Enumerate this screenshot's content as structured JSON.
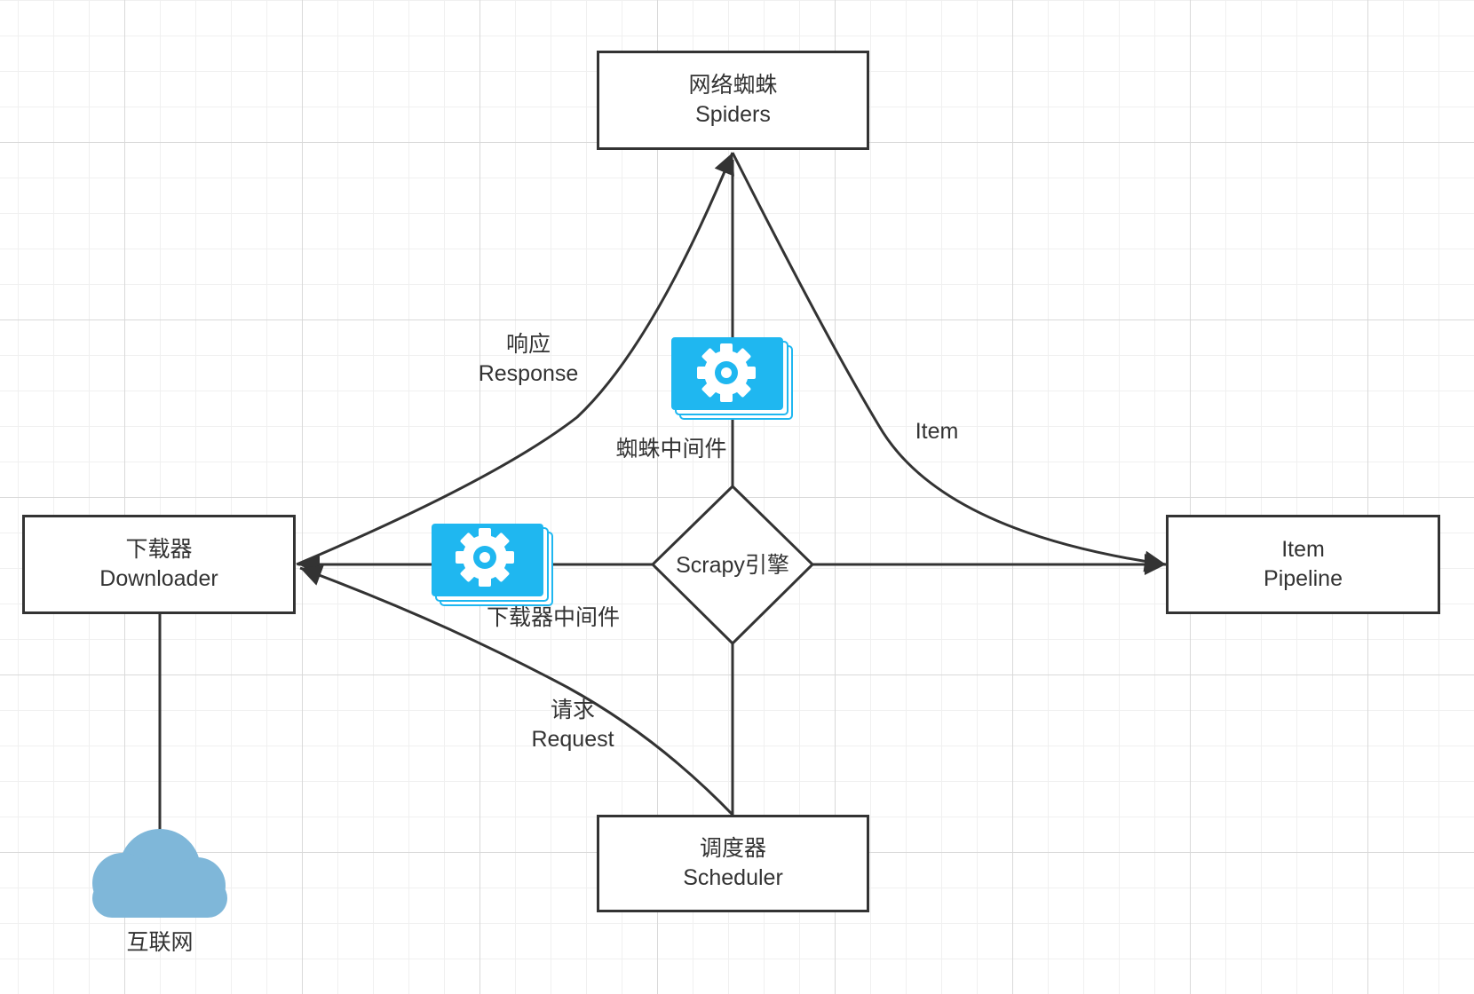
{
  "colors": {
    "stroke": "#333333",
    "gear_card": "#1fb7f0",
    "cloud": "#7fb7d9"
  },
  "spiders": {
    "zh": "网络蜘蛛",
    "en": "Spiders"
  },
  "downloader": {
    "zh": "下载器",
    "en": "Downloader"
  },
  "pipeline": {
    "line1": "Item",
    "line2": "Pipeline"
  },
  "scheduler": {
    "zh": "调度器",
    "en": "Scheduler"
  },
  "engine": {
    "label": "Scrapy引擎"
  },
  "spider_middleware": {
    "label": "蜘蛛中间件",
    "icon": "gear-icon"
  },
  "downloader_middleware": {
    "label": "下载器中间件",
    "icon": "gear-icon"
  },
  "response": {
    "zh": "响应",
    "en": "Response"
  },
  "request": {
    "zh": "请求",
    "en": "Request"
  },
  "item_edge": {
    "label": "Item"
  },
  "internet": {
    "label": "互联网",
    "icon": "cloud-icon"
  }
}
